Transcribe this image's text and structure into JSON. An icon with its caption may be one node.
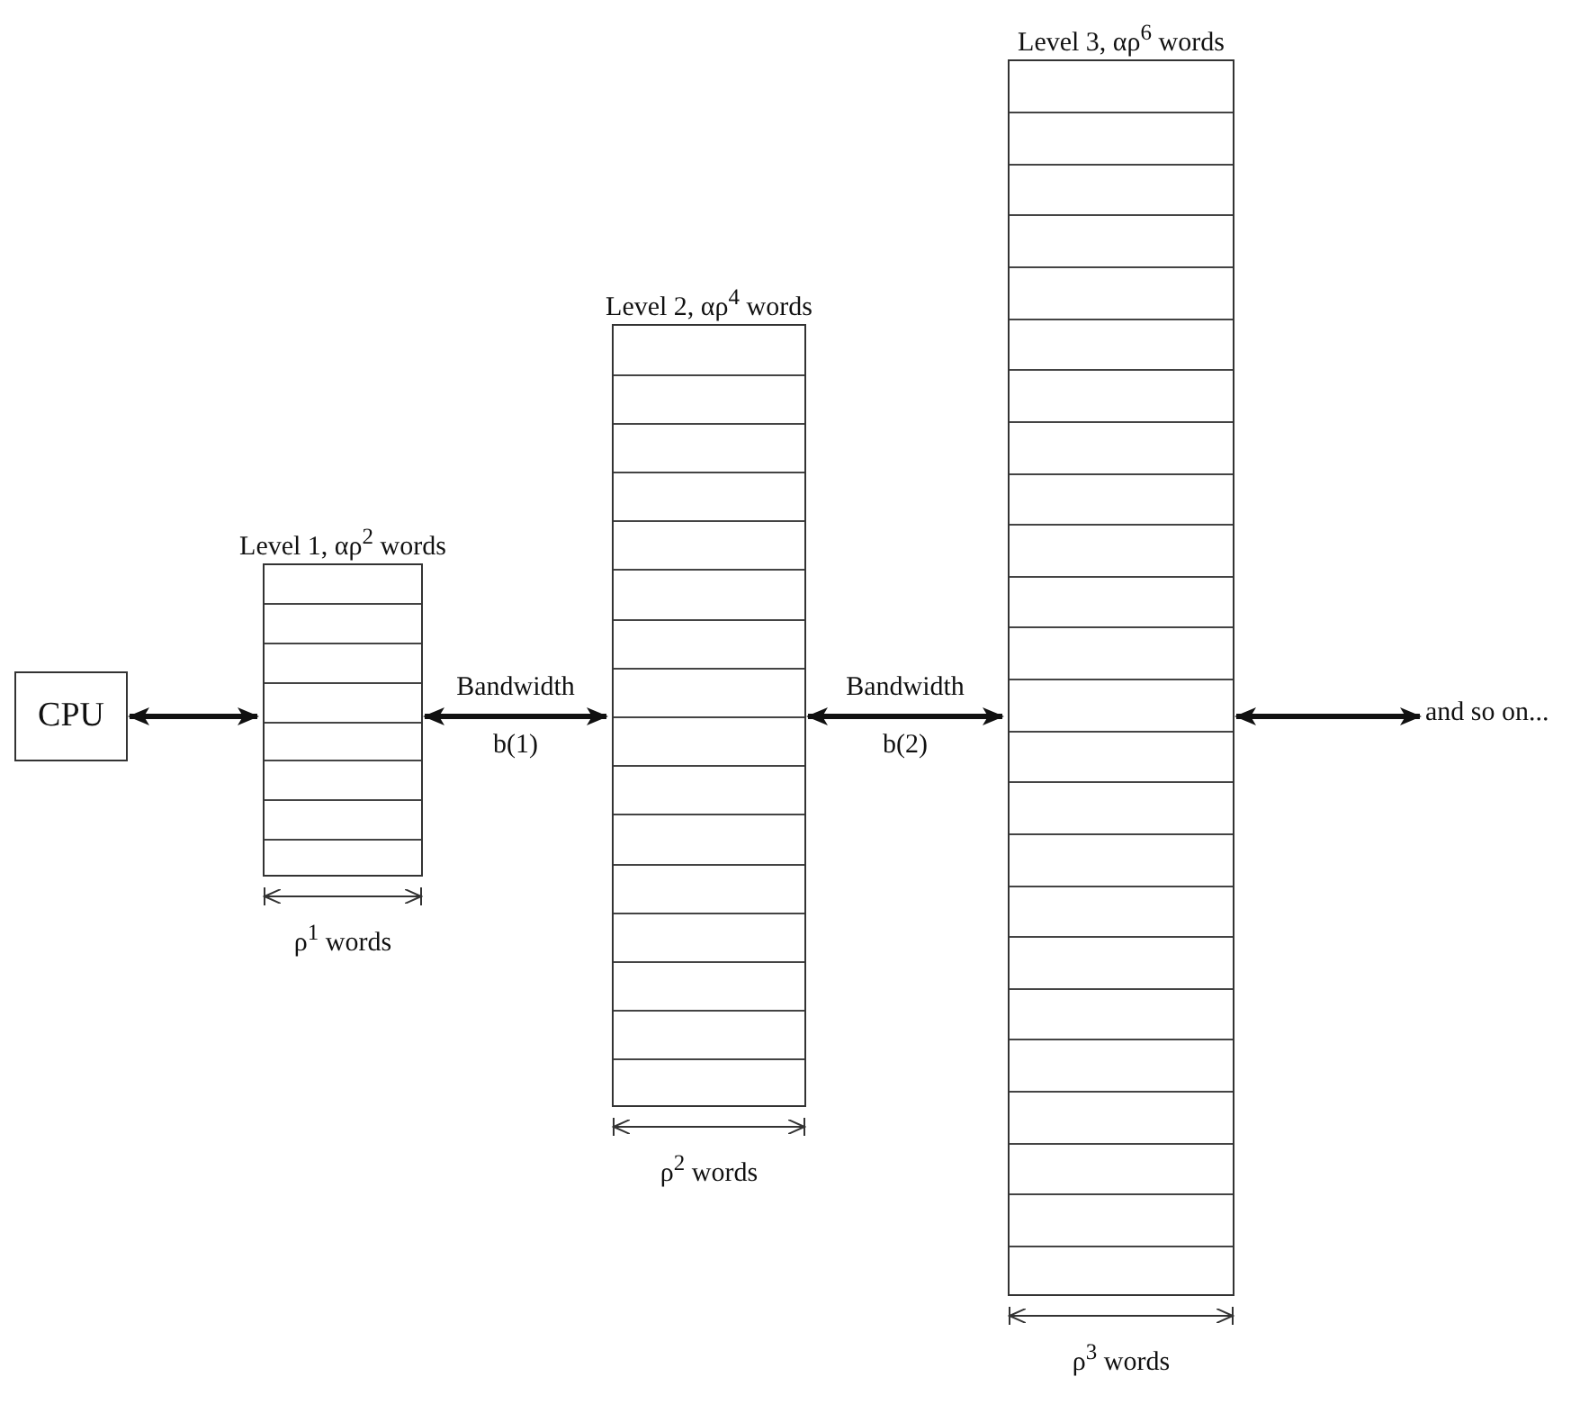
{
  "diagram": {
    "nodes": [
      {
        "text": [
          "CPU"
        ]
      },
      {
        "text": [
          "Level 1, αρ$^{2}$ words"
        ],
        "beside": [
          "ρ$^{1}$ words"
        ]
      },
      {
        "text": [
          "Level 2, αρ$^{4}$ words"
        ],
        "beside": [
          "ρ$^{2}$ words"
        ]
      },
      {
        "text": [
          "Level 3, αρ$^{6}$ words"
        ],
        "beside": [
          "ρ$^{3}$ words"
        ]
      },
      {
        "text": [
          "and so on..."
        ]
      }
    ],
    "edges": [
      {
        "from": 0,
        "to": 1,
        "arrow": "both"
      },
      {
        "from": 1,
        "to": 2,
        "arrow": "both",
        "label": "Bandwidth b(1)"
      },
      {
        "from": 2,
        "to": 3,
        "arrow": "both",
        "label": "Bandwidth b(2)"
      },
      {
        "from": 3,
        "to": 4,
        "arrow": "both"
      }
    ]
  }
}
